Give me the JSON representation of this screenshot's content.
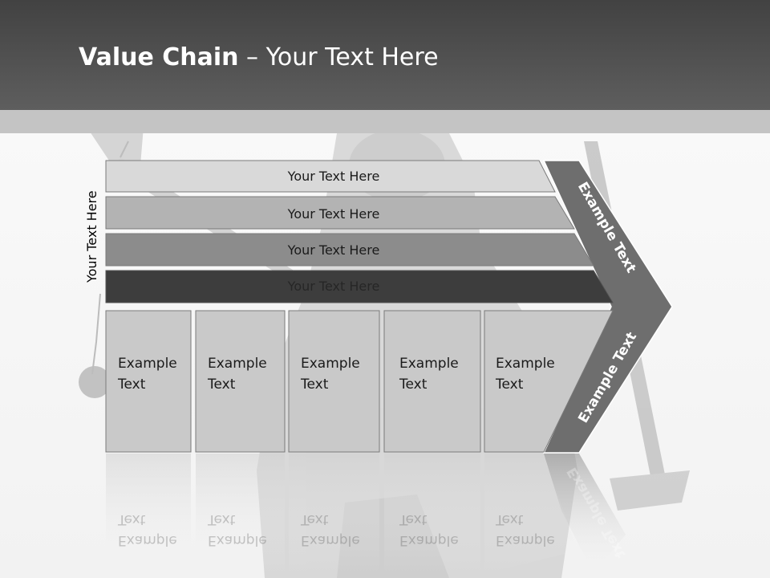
{
  "slide": {
    "title_bold": "Value Chain",
    "title_rest": " – Your Text Here",
    "side_label": "Your Text Here"
  },
  "rows": [
    {
      "label": "Your Text Here",
      "fill": "#d9d9d9"
    },
    {
      "label": "Your Text Here",
      "fill": "#b3b3b3"
    },
    {
      "label": "Your Text Here",
      "fill": "#8c8c8c"
    },
    {
      "label": "Your Text Here",
      "fill": "#3d3d3d"
    }
  ],
  "columns": [
    {
      "line1": "Example",
      "line2": "Text"
    },
    {
      "line1": "Example",
      "line2": "Text"
    },
    {
      "line1": "Example",
      "line2": "Text"
    },
    {
      "line1": "Example",
      "line2": "Text"
    },
    {
      "line1": "Example",
      "line2": "Text"
    }
  ],
  "arrow": {
    "top_label": "Example Text",
    "bottom_label": "Example Text",
    "fill": "#6e6e6e"
  },
  "colors": {
    "header": "#4a4a4a",
    "band": "#c4c4c4",
    "box_fill": "#c9c9c9"
  }
}
